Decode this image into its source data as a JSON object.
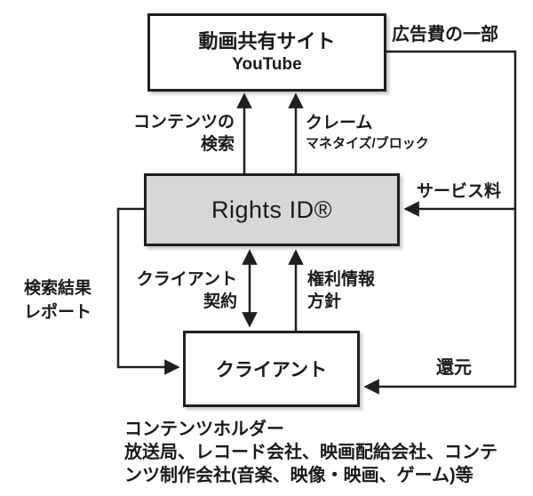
{
  "colors": {
    "background": "#ffffff",
    "line": "#1f1f1f",
    "box_border": "#1f1f1f",
    "rights_box_fill": "#d7d7d7",
    "white_box_fill": "#ffffff",
    "text": "#1a1a1a"
  },
  "nodes": {
    "video_site": {
      "title": "動画共有サイト",
      "subtitle": "YouTube"
    },
    "rights_id": {
      "label": "Rights ID®"
    },
    "client": {
      "label": "クライアント"
    }
  },
  "edge_labels": {
    "content_search": "コンテンツの\n検索",
    "claim": "クレーム",
    "claim_sub": "マネタイズ/ブロック",
    "ad_fee": "広告費の一部",
    "service_fee": "サービス料",
    "client_contract": "クライアント\n契約",
    "rights_info": "権利情報\n方針",
    "search_report": "検索結果\nレポート",
    "return": "還元"
  },
  "footnote": {
    "text": "コンテンツホルダー\n放送局、レコード会社、映画配給会社、コンテ\nンツ制作会社(音楽、映像・映画、ゲーム)等"
  }
}
